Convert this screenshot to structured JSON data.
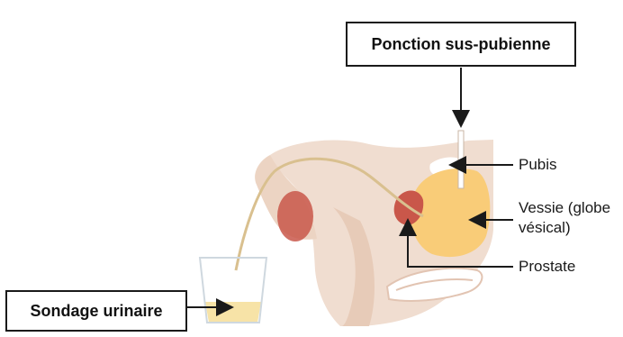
{
  "labels": {
    "suprapubic": "Ponction sus-pubienne",
    "urinary_catheter": "Sondage urinaire",
    "pubis": "Pubis",
    "bladder_line1": "Vessie (globe",
    "bladder_line2": "vésical)",
    "prostate": "Prostate"
  },
  "colors": {
    "tissue": "#f0ddd0",
    "tissue_dark": "#e2c4b2",
    "bladder": "#f9cc78",
    "prostate": "#c9574a",
    "bone": "#ffffff",
    "catheter": "#d9c08f",
    "urine": "#f7e3a7",
    "line": "#1a1a1a"
  }
}
